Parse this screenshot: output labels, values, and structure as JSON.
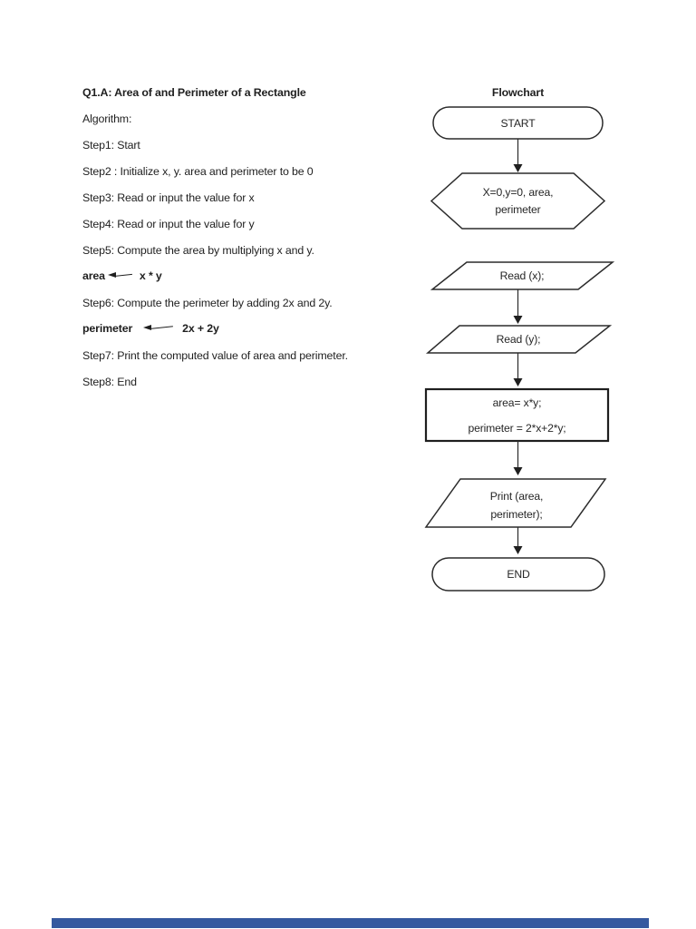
{
  "document": {
    "left_column": {
      "heading": "Q1.A: Area of and Perimeter of a Rectangle",
      "algorithm_label": "Algorithm:",
      "steps": [
        "Step1: Start",
        "Step2 : Initialize x, y. area and perimeter to be 0",
        "Step3: Read or input the value for x",
        "Step4: Read or input the value for y",
        "Step5: Compute the area by multiplying x and y.",
        "Step6: Compute the perimeter by adding 2x and 2y.",
        "Step7: Print the computed value of area and perimeter.",
        "Step8: End"
      ],
      "area_assignment": {
        "lhs": "area",
        "rhs": "x * y"
      },
      "perimeter_assignment": {
        "lhs": "perimeter",
        "rhs": "2x + 2y"
      }
    },
    "flowchart": {
      "heading": "Flowchart",
      "start_label": "START",
      "init_line1": "X=0,y=0, area,",
      "init_line2": "perimeter",
      "read_x_label": "Read (x);",
      "read_y_label": "Read (y);",
      "process_line1": "area= x*y;",
      "process_line2": "perimeter = 2*x+2*y;",
      "print_line1": "Print (area,",
      "print_line2": "perimeter);",
      "end_label": "END"
    },
    "footer": {
      "bar_color": "#35599f"
    }
  }
}
